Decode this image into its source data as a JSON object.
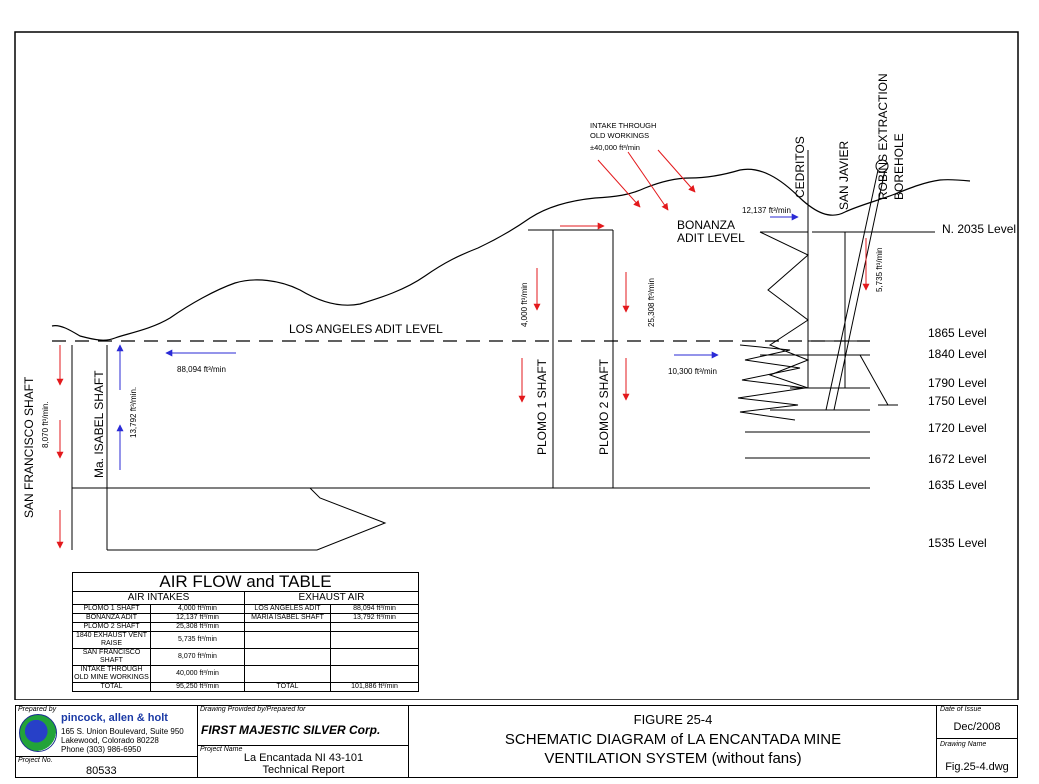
{
  "levels": {
    "n2035": "N. 2035 Level",
    "l1865": "1865 Level",
    "l1840": "1840 Level",
    "l1790": "1790 Level",
    "l1750": "1750 Level",
    "l1720": "1720 Level",
    "l1672": "1672 Level",
    "l1635": "1635 Level",
    "l1535": "1535 Level"
  },
  "labels": {
    "los_angeles_adit": "LOS ANGELES ADIT LEVEL",
    "bonanza_1": "BONANZA",
    "bonanza_2": "ADIT LEVEL",
    "intake_1": "INTAKE THROUGH",
    "intake_2": "OLD WORKINGS",
    "intake_3": "±40,000 ft³/min",
    "cedritos": "CEDRITOS",
    "san_javier": "SAN JAVIER",
    "robins_1": "ROBINS EXTRACTION",
    "robins_2": "BOREHOLE",
    "san_francisco": "SAN FRANCISCO SHAFT",
    "ma_isabel": "Ma. ISABEL SHAFT",
    "plomo1": "PLOMO 1 SHAFT",
    "plomo2": "PLOMO 2 SHAFT"
  },
  "flows": {
    "bonanza": "12,137 ft³/min",
    "robins": "5,735 ft³/min",
    "plomo1": "4,000 ft³/min",
    "plomo2": "25,308 ft³/min",
    "la_adit": "88,094 ft³/min",
    "isabel": "13,792 ft³/min.",
    "sf": "8,070 ft³/min.",
    "l1840": "10,300 ft³/min"
  },
  "table": {
    "title": "AIR FLOW and TABLE",
    "intakes_header": "AIR INTAKES",
    "exhaust_header": "EXHAUST AIR",
    "rows": [
      [
        "PLOMO 1 SHAFT",
        "4,000 ft³/min",
        "LOS ANGELES ADIT",
        "88,094 ft³/min"
      ],
      [
        "BONANZA ADIT",
        "12,137 ft³/min",
        "MARIA ISABEL SHAFT",
        "13,792 ft³/min"
      ],
      [
        "PLOMO 2 SHAFT",
        "25,308 ft³/min",
        "",
        ""
      ],
      [
        "1840 EXHAUST VENT RAISE",
        "5,735 ft³/min",
        "",
        ""
      ],
      [
        "SAN FRANCISCO SHAFT",
        "8,070 ft³/min",
        "",
        ""
      ],
      [
        "INTAKE THROUGH OLD MINE WORKINGS",
        "40,000 ft³/min",
        "",
        ""
      ],
      [
        "TOTAL",
        "95,250 ft³/min",
        "TOTAL",
        "101,886 ft³/min"
      ]
    ]
  },
  "title_block": {
    "prepared_by_label": "Prepared by",
    "firm": "pincock, allen & holt",
    "addr1": "165 S. Union Boulevard, Suite 950",
    "addr2": "Lakewood, Colorado 80228",
    "phone": "Phone (303) 986-6950",
    "project_no_label": "Project No.",
    "project_no": "80533",
    "provided_label": "Drawing Provided by/Prepared for",
    "client": "FIRST MAJESTIC SILVER Corp.",
    "project_name_label": "Project Name",
    "project_name_1": "La Encantada NI 43-101",
    "project_name_2": "Technical Report",
    "figure": "FIGURE 25-4",
    "title_1": "SCHEMATIC DIAGRAM of LA ENCANTADA MINE",
    "title_2": "VENTILATION SYSTEM (without fans)",
    "date_label": "Date of Issue",
    "date": "Dec/2008",
    "drawing_label": "Drawing Name",
    "drawing": "Fig.25-4.dwg"
  },
  "colors": {
    "intake": "#e3191c",
    "exhaust": "#2a2ad6"
  }
}
